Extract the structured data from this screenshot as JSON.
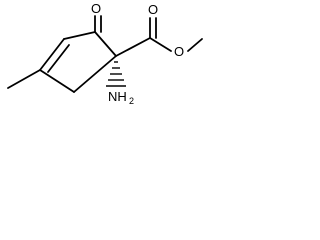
{
  "molecule": {
    "labels": {
      "ketone_oxygen": "O",
      "ester_carbonyl_oxygen": "O",
      "ester_ether_oxygen": "O",
      "amino_group": "NH",
      "amino_subscript": "2"
    }
  }
}
